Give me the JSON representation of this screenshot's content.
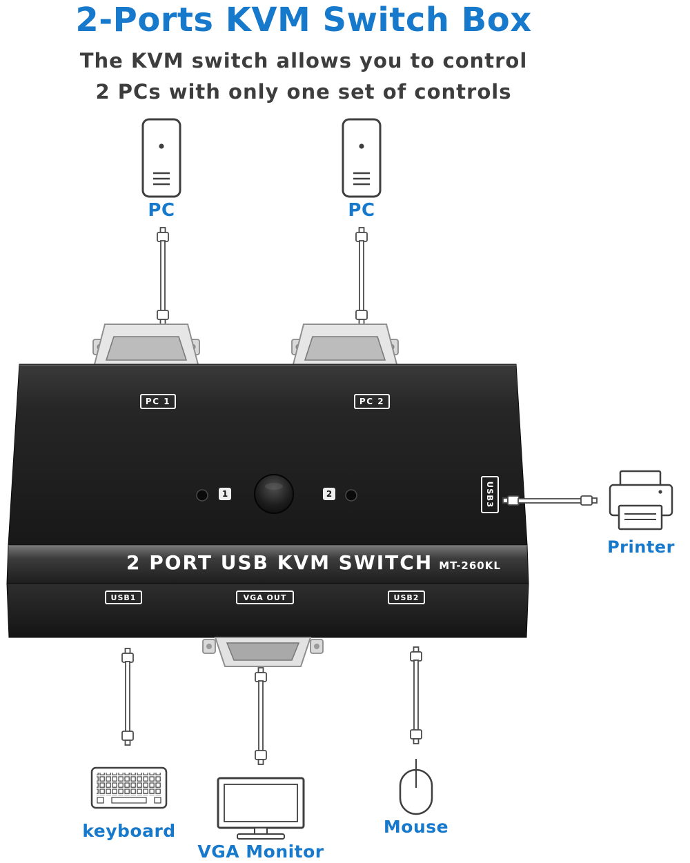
{
  "header": {
    "title": "2-Ports KVM Switch Box",
    "subtitle_line1": "The KVM switch allows you to control",
    "subtitle_line2": "2 PCs with only one set of controls"
  },
  "peripherals": {
    "pc_left": "PC",
    "pc_right": "PC",
    "printer": "Printer",
    "keyboard": "keyboard",
    "monitor": "VGA Monitor",
    "mouse": "Mouse"
  },
  "device": {
    "port_pc1": "PC 1",
    "port_pc2": "PC 2",
    "indicator_1": "1",
    "indicator_2": "2",
    "usb3": "USB3",
    "product_name": "2 PORT USB KVM SWITCH",
    "model": "MT-260KL",
    "usb1": "USB1",
    "vga_out": "VGA OUT",
    "usb2": "USB2"
  },
  "colors": {
    "accent_blue": "#1779cb",
    "text_dark": "#3d3d3d",
    "device_black": "#1e1e1e",
    "metal_gray": "#e2e2e2"
  }
}
